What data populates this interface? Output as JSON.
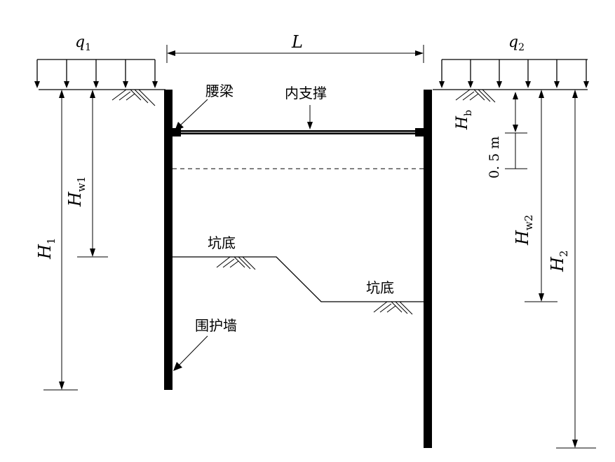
{
  "labels": {
    "q1": "q",
    "q1_sub": "1",
    "q2": "q",
    "q2_sub": "2",
    "span": "L",
    "waist_beam": "腰梁",
    "inner_strut": "内支撑",
    "pit_bottom_left": "坑底",
    "pit_bottom_right": "坑底",
    "retaining_wall": "围护墙",
    "hb": "H",
    "hb_sub": "b",
    "offset": "0. 5 m",
    "hw1": "H",
    "hw1_sub": "w1",
    "h1": "H",
    "h1_sub": "1",
    "hw2": "H",
    "hw2_sub": "w2",
    "h2": "H",
    "h2_sub": "2"
  },
  "colors": {
    "line": "#000000",
    "background": "#ffffff"
  }
}
